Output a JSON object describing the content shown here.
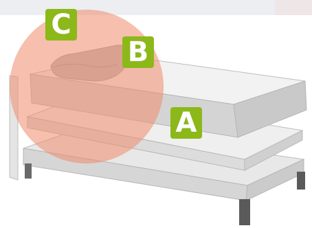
{
  "markers": {
    "a": "A",
    "b": "B",
    "c": "C"
  },
  "colors": {
    "marker_green": "#8cb81a",
    "highlight_circle": "#f08a6a",
    "mattress_grey": "#d4d4d4",
    "frame_grey": "#c9c9c9"
  },
  "icons": [
    "bed-illustration",
    "highlight-circle",
    "pillow-shape"
  ]
}
